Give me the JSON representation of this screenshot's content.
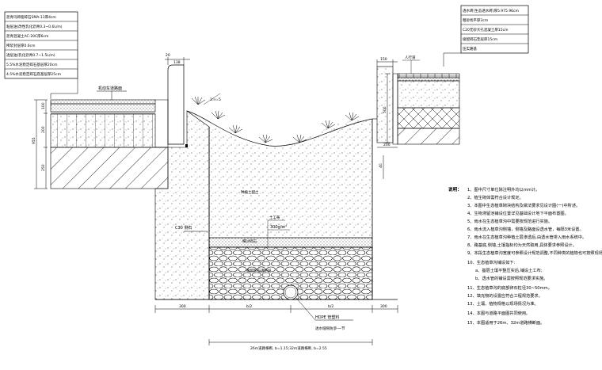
{
  "left_layers": [
    "沥青玛蹄脂碎石SMA-13厚4cm",
    "粘层油(改性乳化沥青0.3~0.6L/m)",
    "沥青混凝土AC-20C厚6cm",
    "稀浆封层厚0.6cm",
    "透层油(乳化沥青0.7~1.5L/m)",
    "5.5%水泥稳定碎石基层厚20cm",
    "4.5%水泥稳定碎石底基层厚25cm"
  ],
  "right_layers": [
    "透水砖(生态透水砖)厚5.975.96cm",
    "粗砂找平厚3cm",
    "C20无砂大孔混凝土厚15cm",
    "级配碎石垫层厚15cm",
    "压实路基"
  ],
  "labels": {
    "road_edge": "机动车道路面",
    "curb": "C30 侧石",
    "slope": "1:n=5",
    "planting_soil": "种植土配土",
    "geotextile": "土工布",
    "geotextile_spec": "300g/m²",
    "fine_sand": "细沙砾石",
    "gravel": "级配卵石透水层",
    "sidewalk": "人行道",
    "pipe": "HDPE 管塑料",
    "pipe_note": "透水缝隙防渗-一节",
    "bottom_width": "26m道路横断, b=1.15;32m道路横断, b=2.55"
  },
  "dimensions": {
    "d20": "20",
    "d138": "138",
    "d150": "150",
    "d955": "955",
    "d100": "100",
    "d500": "500",
    "d200": "200",
    "d250": "250",
    "d40": "40",
    "d300": "300",
    "b2a": "b/2",
    "b2b": "b/2",
    "d300r": "300"
  },
  "notes_title": "说明：",
  "notes": [
    "1、图中尺寸单位除注明外均以mm计。",
    "2、植生砌体需符合设计规定。",
    "3、本图中生态植草砌块结构及做法要求见设计图(一)中所述。",
    "4、生物滞留池铺设位置详见基础设计地下平面布置图。",
    "5、雨水在生态植草沟中需要按规范进行实施。",
    "6、雨水流入植草沟侧墙，侧墙及路面设透水管，每隔3米设置。",
    "7、雨水在生态植草沟种植土层渗透后,由透水管排入雨水系统中。",
    "8、路基底,侧墙,土壤指标均为天然取用,具体要求参照设计。",
    "9、本段生态植草沟宽度可参照设计规范调整,不同种类的植物也可按照现场情况实施。",
    "10、生态植草沟铺设如下:",
    "a、基层土壤平整压实后,铺设土工布;",
    "b、透水管的铺设需按照规范要求实施。",
    "11、生态植草沟的底部卵石粒径30~50mm。",
    "12、填充物的设置应符合工程规范要求。",
    "13、土壤、植物规格以现场情况为准。",
    "14、本图与道路平面图共同使用。",
    "15、本图适用于26m、32m道路横断面。"
  ]
}
